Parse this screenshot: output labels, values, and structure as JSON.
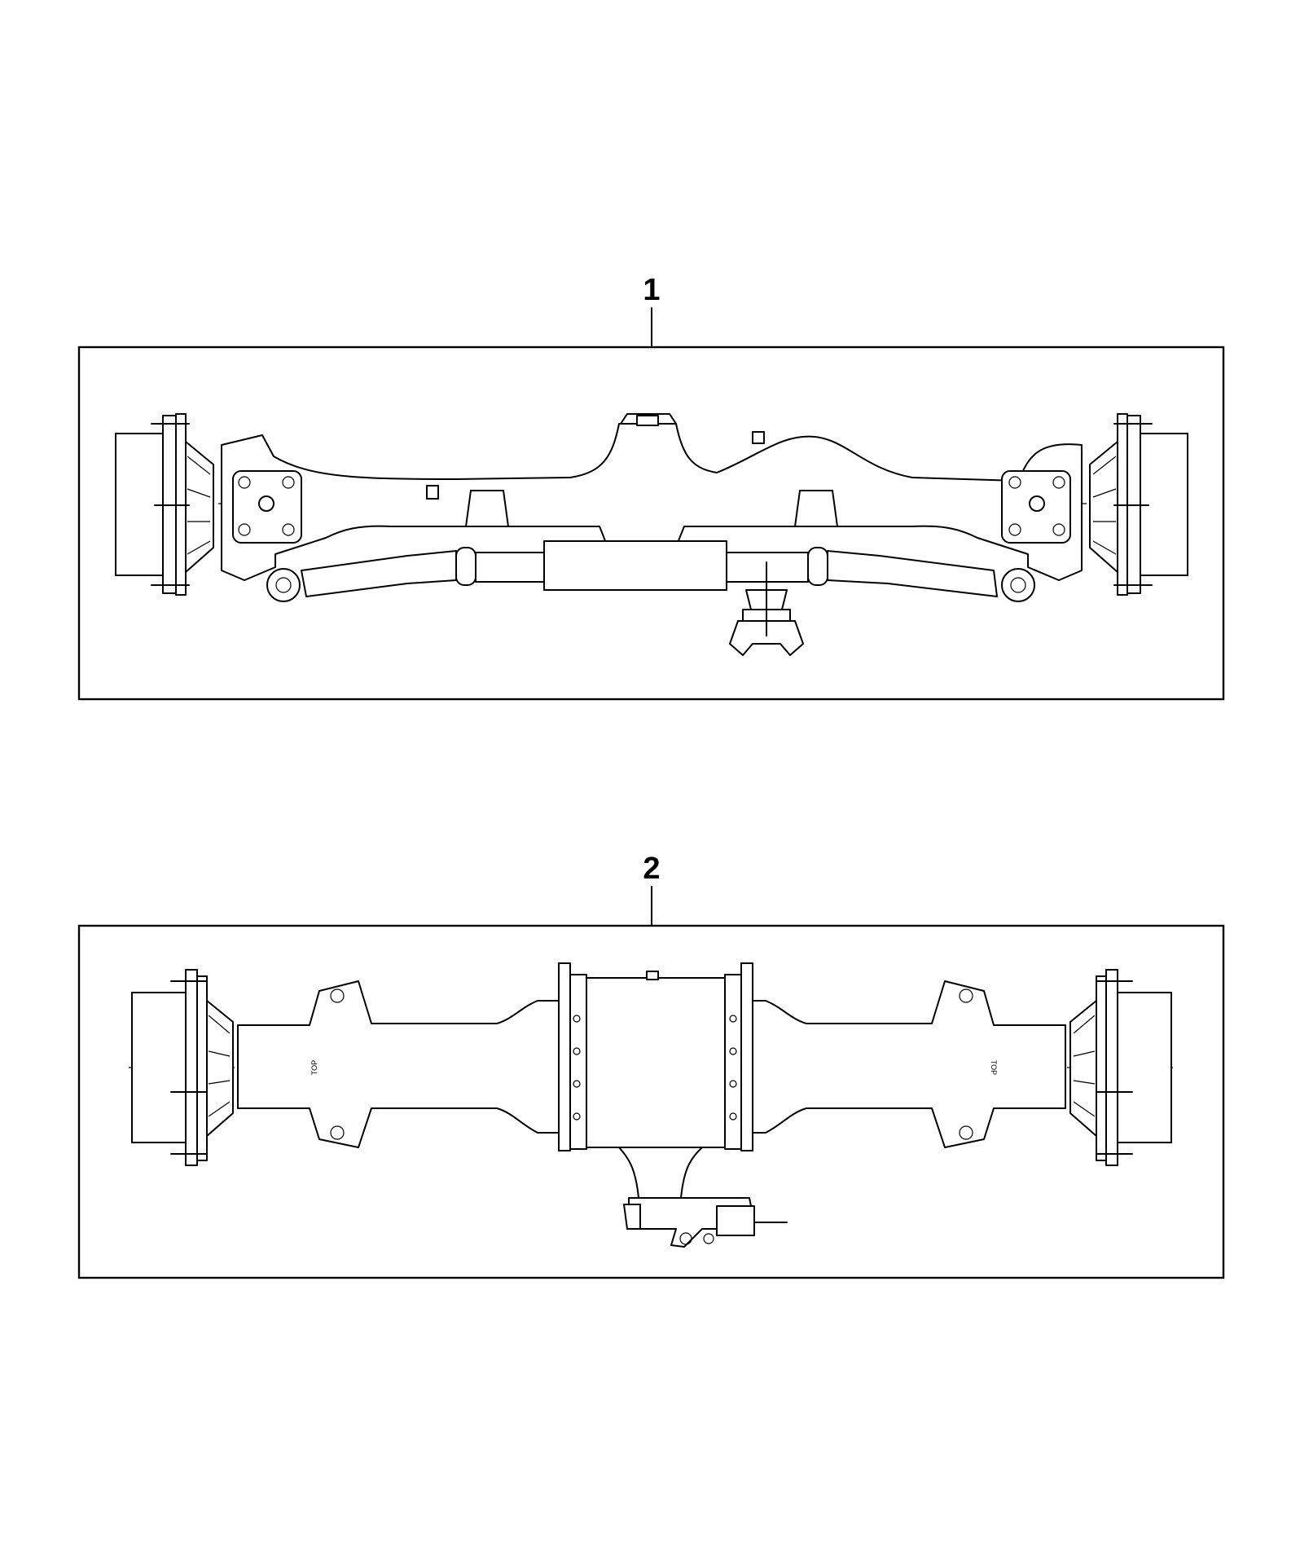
{
  "callouts": [
    {
      "id": "1",
      "label": "1"
    },
    {
      "id": "2",
      "label": "2"
    }
  ],
  "panels": [
    {
      "id": "front-axle-panel",
      "callout": "1"
    },
    {
      "id": "rear-axle-panel",
      "callout": "2"
    }
  ],
  "stamps": {
    "rear_left": "TOP",
    "rear_right": "TOP"
  },
  "colors": {
    "line": "#000000",
    "background": "#ffffff"
  }
}
